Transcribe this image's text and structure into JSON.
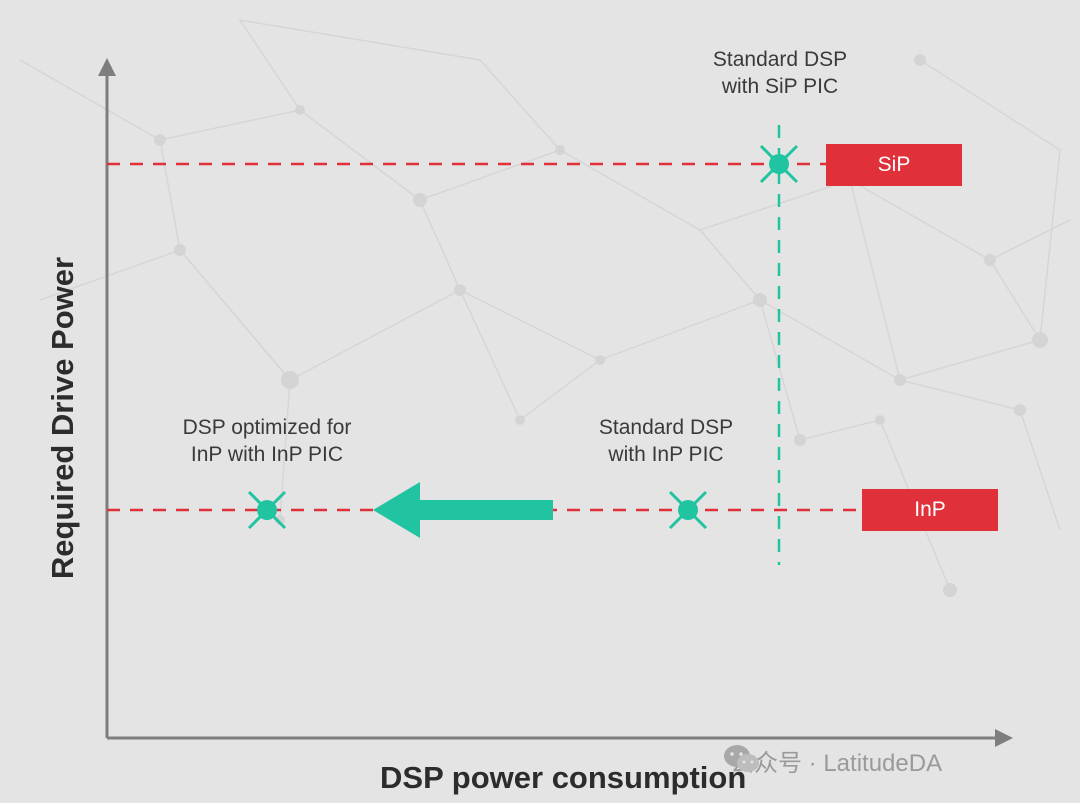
{
  "colors": {
    "background": "#e4e4e4",
    "red": "#e0303a",
    "teal": "#20c4a0",
    "axis": "#7e7e7e"
  },
  "labels": {
    "sip_point": {
      "line1": "Standard DSP",
      "line2": "with SiP PIC"
    },
    "inp_point": {
      "line1": "Standard DSP",
      "line2": "with InP PIC"
    },
    "optimized_point": {
      "line1": "DSP optimized for",
      "line2": "InP with InP PIC"
    }
  },
  "tags": {
    "sip": "SiP",
    "inp": "InP"
  },
  "axes": {
    "y_title": "Required Drive Power",
    "x_title": "DSP power consumption"
  },
  "watermark": {
    "text": "公众号 · LatitudeDA",
    "icon": "wechat-icon"
  }
}
